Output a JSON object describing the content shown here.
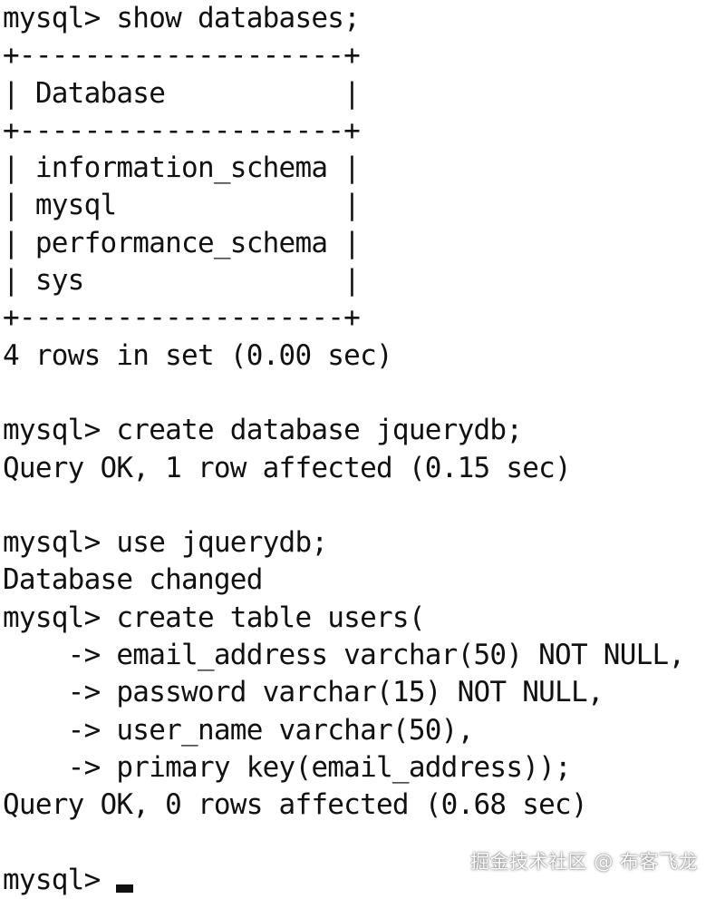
{
  "terminal": {
    "lines": [
      "mysql> show databases;",
      "+--------------------+",
      "| Database           |",
      "+--------------------+",
      "| information_schema |",
      "| mysql              |",
      "| performance_schema |",
      "| sys                |",
      "+--------------------+",
      "4 rows in set (0.00 sec)",
      "",
      "mysql> create database jquerydb;",
      "Query OK, 1 row affected (0.15 sec)",
      "",
      "mysql> use jquerydb;",
      "Database changed",
      "mysql> create table users(",
      "    -> email_address varchar(50) NOT NULL,",
      "    -> password varchar(15) NOT NULL,",
      "    -> user_name varchar(50),",
      "    -> primary key(email_address));",
      "Query OK, 0 rows affected (0.68 sec)",
      "",
      "mysql>"
    ]
  },
  "watermark": "掘金技术社区 @ 布客飞龙"
}
